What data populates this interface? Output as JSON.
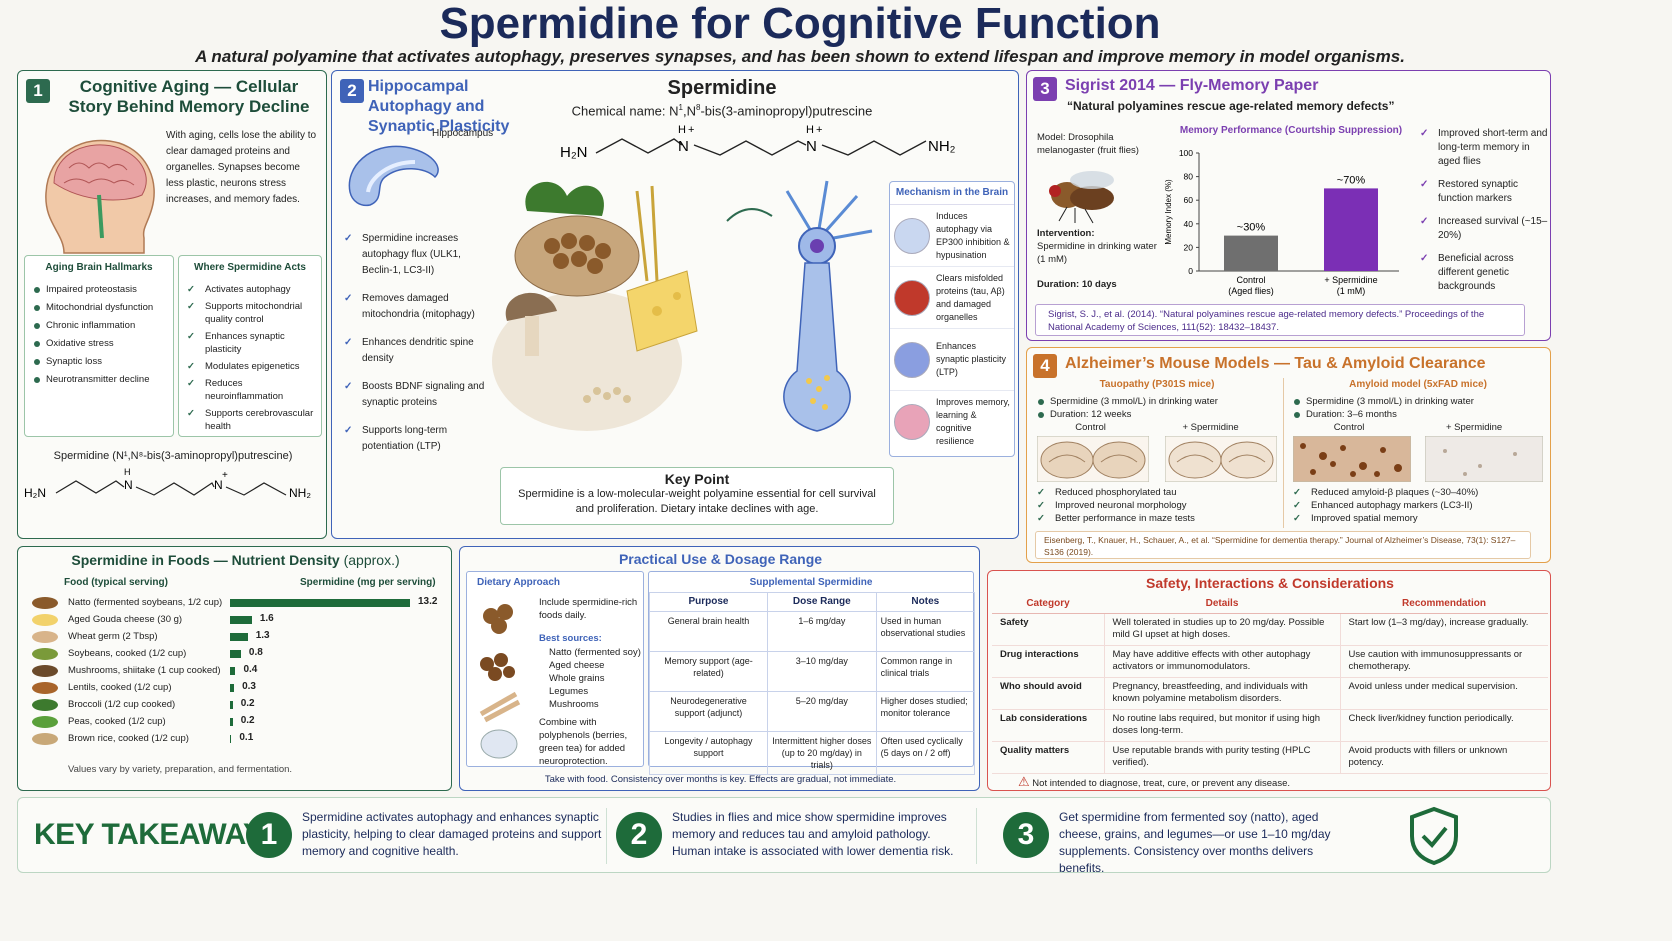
{
  "header": {
    "title": "Spermidine for Cognitive Function",
    "subtitle": "A natural polyamine that activates autophagy, preserves synapses, and has been shown to extend lifespan and improve memory in model organisms."
  },
  "p1": {
    "num": "1",
    "title": "Cognitive Aging — Cellular Story Behind Memory Decline",
    "text": "With aging, cells lose the ability to clear damaged proteins and organelles. Synapses become less plastic, neurons stress increases, and memory fades.",
    "hallmarks_title": "Aging Brain Hallmarks",
    "hallmarks": [
      "Impaired proteostasis",
      "Mitochondrial dysfunction",
      "Chronic inflammation",
      "Oxidative stress",
      "Synaptic loss",
      "Neurotransmitter decline"
    ],
    "acts_title": "Where Spermidine Acts",
    "acts": [
      "Activates autophagy",
      "Supports mitochondrial quality control",
      "Enhances synaptic plasticity",
      "Modulates epigenetics",
      "Reduces neuroinflammation",
      "Supports cerebrovascular health"
    ],
    "formula_caption": "Spermidine (N¹,N⁸-bis(3-aminopropyl)putrescine)",
    "f_left": "H₂N",
    "f_right": "NH₂",
    "f_n": "N",
    "f_h": "H",
    "f_plus": "+"
  },
  "p2": {
    "num": "2",
    "title": "Hippocampal Autophagy and Synaptic Plasticity",
    "hippo_label": "Hippocampus",
    "items": [
      "Spermidine increases autophagy flux (ULK1, Beclin-1, LC3-II)",
      "Removes damaged mitochondria (mitophagy)",
      "Enhances dendritic spine density",
      "Boosts BDNF signaling and synaptic proteins",
      "Supports long-term potentiation (LTP)"
    ],
    "center_title": "Spermidine",
    "chem_prefix": "Chemical name: N",
    "chem_sup1": "1",
    "chem_mid": ",N",
    "chem_sup8": "8",
    "chem_suffix": "-bis(3-aminopropyl)putrescine",
    "f_left": "H₂N",
    "f_right": "NH₂",
    "f_n": "N",
    "f_h": "H",
    "f_plus": "+",
    "mech_title": "Mechanism in the Brain",
    "mech": [
      "Induces autophagy via EP300 inhibition & hypusination",
      "Clears misfolded proteins (tau, Aβ) and damaged organelles",
      "Enhances synaptic plasticity (LTP)",
      "Improves memory, learning & cognitive resilience"
    ],
    "key_title": "Key Point",
    "key_text": "Spermidine is a low-molecular-weight polyamine essential for cell survival and proliferation. Dietary intake declines with age."
  },
  "p3": {
    "num": "3",
    "title": "Sigrist 2014 — Fly-Memory Paper",
    "quote": "“Natural polyamines rescue age-related memory defects”",
    "model": "Model: Drosophila melanogaster (fruit flies)",
    "intervention_label": "Intervention:",
    "intervention": "Spermidine in drinking water (1 mM)",
    "duration": "Duration: 10 days",
    "results": [
      "Improved short-term and long-term memory in aged flies",
      "Restored synaptic function markers",
      "Increased survival (~15–20%)",
      "Beneficial across different genetic backgrounds"
    ],
    "citation": "Sigrist, S. J., et al. (2014). “Natural polyamines rescue age-related memory defects.” Proceedings of the National Academy of Sciences, 111(52): 18432–18437."
  },
  "chart_data": {
    "type": "bar",
    "title": "Memory Performance (Courtship Suppression)",
    "ylabel": "Memory Index (%)",
    "categories": [
      "Control (Aged flies)",
      "+ Spermidine (1 mM)"
    ],
    "cat_line1": [
      "Control",
      "+ Spermidine"
    ],
    "cat_line2": [
      "(Aged flies)",
      "(1 mM)"
    ],
    "values": [
      30,
      70
    ],
    "labels": [
      "~30%",
      "~70%"
    ],
    "ylim": [
      0,
      100
    ],
    "yticks": [
      "0",
      "20",
      "40",
      "60",
      "80",
      "100"
    ],
    "colors": [
      "#6f6f6f",
      "#7b2fb5"
    ]
  },
  "p4": {
    "num": "4",
    "title": "Alzheimer’s Mouse Models — Tau & Amyloid Clearance",
    "left": {
      "title": "Tauopathy (P301S mice)",
      "bullets": [
        "Spermidine (3 mmol/L) in drinking water",
        "Duration: 12 weeks"
      ],
      "ctrl": "Control",
      "sp": "+ Spermidine",
      "results": [
        "Reduced phosphorylated tau",
        "Improved neuronal morphology",
        "Better performance in maze tests"
      ]
    },
    "right": {
      "title": "Amyloid model (5xFAD mice)",
      "bullets": [
        "Spermidine (3 mmol/L) in drinking water",
        "Duration: 3–6 months"
      ],
      "ctrl": "Control",
      "sp": "+ Spermidine",
      "results": [
        "Reduced amyloid-β plaques (~30–40%)",
        "Enhanced autophagy markers (LC3-II)",
        "Improved spatial memory"
      ]
    },
    "citation": "Eisenberg, T., Knauer, H., Schauer, A., et al. “Spermidine for dementia therapy.” Journal of Alzheimer’s Disease, 73(1): S127–S136 (2019)."
  },
  "foods": {
    "title": "Spermidine in Foods — Nutrient Density",
    "title_suffix": "(approx.)",
    "col1": "Food (typical serving)",
    "col2": "Spermidine (mg per serving)",
    "rows": [
      {
        "name": "Natto (fermented soybeans, 1/2 cup)",
        "value": 13.2,
        "label": "13.2"
      },
      {
        "name": "Aged Gouda cheese (30 g)",
        "value": 1.6,
        "label": "1.6"
      },
      {
        "name": "Wheat germ (2 Tbsp)",
        "value": 1.3,
        "label": "1.3"
      },
      {
        "name": "Soybeans, cooked (1/2 cup)",
        "value": 0.8,
        "label": "0.8"
      },
      {
        "name": "Mushrooms, shiitake (1 cup cooked)",
        "value": 0.4,
        "label": "0.4"
      },
      {
        "name": "Lentils, cooked (1/2 cup)",
        "value": 0.3,
        "label": "0.3"
      },
      {
        "name": "Broccoli (1/2 cup cooked)",
        "value": 0.2,
        "label": "0.2"
      },
      {
        "name": "Peas, cooked (1/2 cup)",
        "value": 0.2,
        "label": "0.2"
      },
      {
        "name": "Brown rice, cooked (1/2 cup)",
        "value": 0.1,
        "label": "0.1"
      }
    ],
    "note": "Values vary by variety, preparation, and fermentation."
  },
  "dosage": {
    "title": "Practical Use & Dosage Range",
    "diet_title": "Dietary Approach",
    "diet_intro": "Include spermidine-rich foods daily.",
    "best_label": "Best sources:",
    "sources": [
      "Natto (fermented soy)",
      "Aged cheese",
      "Whole grains",
      "Legumes",
      "Mushrooms"
    ],
    "combine": "Combine with polyphenols (berries, green tea) for added neuroprotection.",
    "supp_title": "Supplemental Spermidine",
    "headers": [
      "Purpose",
      "Dose Range",
      "Notes"
    ],
    "rows": [
      [
        "General brain health",
        "1–6 mg/day",
        "Used in human observational studies"
      ],
      [
        "Memory support (age-related)",
        "3–10 mg/day",
        "Common range in clinical trials"
      ],
      [
        "Neurodegenerative support (adjunct)",
        "5–20 mg/day",
        "Higher doses studied; monitor tolerance"
      ],
      [
        "Longevity / autophagy support",
        "Intermittent higher doses (up to 20 mg/day) in trials)",
        "Often used cyclically (5 days on / 2 off)"
      ]
    ],
    "footer": "Take with food. Consistency over months is key. Effects are gradual, not immediate."
  },
  "safety": {
    "title": "Safety, Interactions & Considerations",
    "headers": [
      "Category",
      "Details",
      "Recommendation"
    ],
    "rows": [
      [
        "Safety",
        "Well tolerated in studies up to 20 mg/day. Possible mild GI upset at high doses.",
        "Start low (1–3 mg/day), increase gradually."
      ],
      [
        "Drug interactions",
        "May have additive effects with other autophagy activators or immunomodulators.",
        "Use caution with immunosuppressants or chemotherapy."
      ],
      [
        "Who should avoid",
        "Pregnancy, breastfeeding, and individuals with known polyamine metabolism disorders.",
        "Avoid unless under medical supervision."
      ],
      [
        "Lab considerations",
        "No routine labs required, but monitor if using high doses long-term.",
        "Check liver/kidney function periodically."
      ],
      [
        "Quality matters",
        "Use reputable brands with purity testing (HPLC verified).",
        "Avoid products with fillers or unknown potency."
      ]
    ],
    "disclaimer": "Not intended to diagnose, treat, cure, or prevent any disease."
  },
  "takeaways": {
    "title": "KEY TAKEAWAYS",
    "items": [
      {
        "num": "1",
        "text": "Spermidine activates autophagy and enhances synaptic plasticity, helping to clear damaged proteins and support memory and cognitive health."
      },
      {
        "num": "2",
        "text": "Studies in flies and mice show spermidine improves memory and reduces tau and amyloid pathology. Human intake is associated with lower dementia risk."
      },
      {
        "num": "3",
        "text": "Get spermidine from fermented soy (natto), aged cheese, grains, and legumes—or use 1–10 mg/day supplements. Consistency over months delivers benefits."
      }
    ]
  },
  "colors": {
    "green": "#2d6a4f",
    "blue": "#3f63b8",
    "purple": "#7b3fb0",
    "orange": "#c8722b",
    "red": "#c0392b",
    "navy": "#1b2a5a"
  }
}
